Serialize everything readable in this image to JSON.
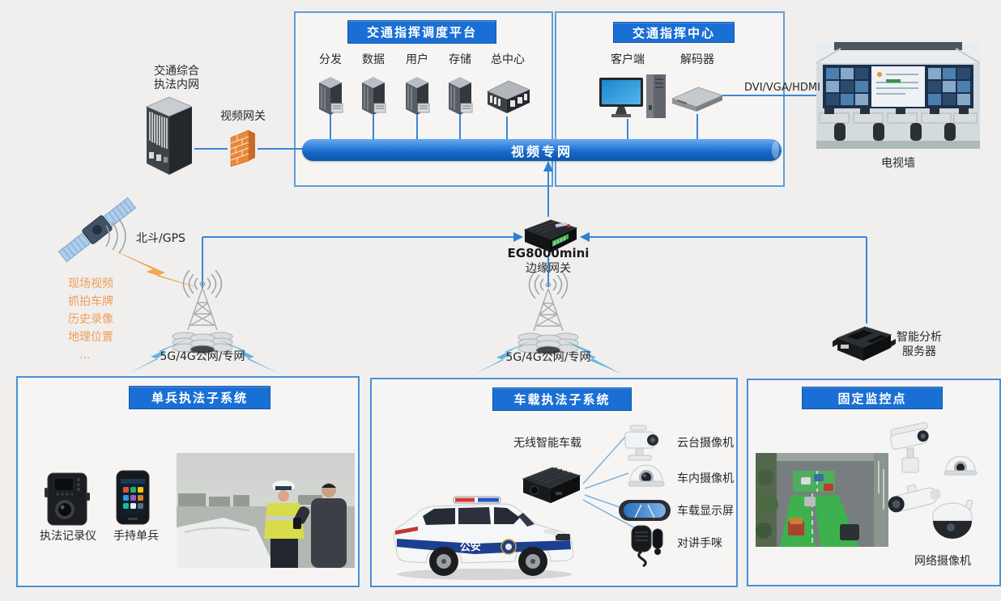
{
  "colors": {
    "accent_blue": "#1a6fd4",
    "pipe_blue": "#1f6fd0",
    "line_blue": "#3a86d4",
    "orange_text": "#ef9d58",
    "bolt_blue": "#66b4e3",
    "bolt_orange": "#f1a94b"
  },
  "intranet": {
    "label_line1": "交通综合",
    "label_line2": "执法内网"
  },
  "video_gateway": {
    "label": "视频网关"
  },
  "platform": {
    "title": "交通指挥调度平台",
    "servers": [
      "分发",
      "数据",
      "用户",
      "存储",
      "总中心"
    ]
  },
  "command_center": {
    "title": "交通指挥中心",
    "client": "客户端",
    "decoder": "解码器",
    "cable": "DVI/VGA/HDMI",
    "tv_wall": "电视墙"
  },
  "pipe": {
    "label": "视频专网"
  },
  "satellite": {
    "label": "北斗/GPS"
  },
  "features": [
    "现场视频",
    "抓拍车牌",
    "历史录像",
    "地理位置",
    "..."
  ],
  "edge_gateway": {
    "model": "EG8000mini",
    "label": "边缘网关"
  },
  "towers": {
    "left": "5G/4G公网/专网",
    "right": "5G/4G公网/专网"
  },
  "analysis_server": {
    "label_line1": "智能分析",
    "label_line2": "服务器"
  },
  "soldier_subsystem": {
    "title": "单兵执法子系统",
    "recorder": "执法记录仪",
    "handheld": "手持单兵"
  },
  "vehicle_subsystem": {
    "title": "车载执法子系统",
    "device": "无线智能车载",
    "car_marking": "公安",
    "peripherals": [
      "云台摄像机",
      "车内摄像机",
      "车载显示屏",
      "对讲手咪"
    ]
  },
  "fixed_subsystem": {
    "title": "固定监控点",
    "camera_label": "网络摄像机"
  }
}
